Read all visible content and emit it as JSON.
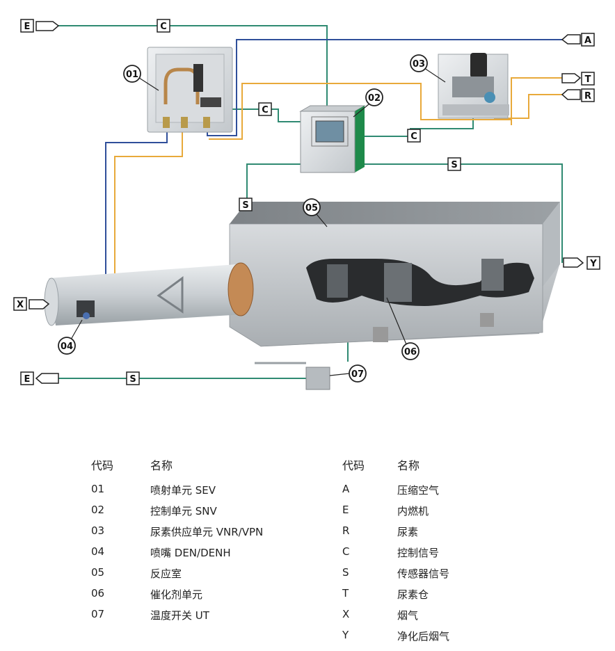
{
  "diagram": {
    "callouts": [
      "01",
      "02",
      "03",
      "04",
      "05",
      "06",
      "07"
    ],
    "connectors": {
      "E_top": "E",
      "C_top": "C",
      "A": "A",
      "T": "T",
      "R": "R",
      "C_mid": "C",
      "C_right": "C",
      "S_right": "S",
      "S_left": "S",
      "X": "X",
      "Y": "Y",
      "E_bottom": "E",
      "S_bottom": "S"
    },
    "colors": {
      "control_line": "#2f8a72",
      "air_line": "#2f4f9a",
      "urea_line": "#e8a93a",
      "cabinet_green": "#1e8a4a"
    }
  },
  "legend": {
    "left_header_code": "代码",
    "left_header_name": "名称",
    "right_header_code": "代码",
    "right_header_name": "名称",
    "left": [
      {
        "code": "01",
        "name": "喷射单元 SEV"
      },
      {
        "code": "02",
        "name": "控制单元 SNV"
      },
      {
        "code": "03",
        "name": "尿素供应单元 VNR/VPN"
      },
      {
        "code": "04",
        "name": "喷嘴 DEN/DENH"
      },
      {
        "code": "05",
        "name": "反应室"
      },
      {
        "code": "06",
        "name": "催化剂单元"
      },
      {
        "code": "07",
        "name": "温度开关 UT"
      }
    ],
    "right": [
      {
        "code": "A",
        "name": "压缩空气"
      },
      {
        "code": "E",
        "name": "内燃机"
      },
      {
        "code": "R",
        "name": "尿素"
      },
      {
        "code": "C",
        "name": "控制信号"
      },
      {
        "code": "S",
        "name": "传感器信号"
      },
      {
        "code": "T",
        "name": "尿素仓"
      },
      {
        "code": "X",
        "name": "烟气"
      },
      {
        "code": "Y",
        "name": "净化后烟气"
      }
    ]
  }
}
